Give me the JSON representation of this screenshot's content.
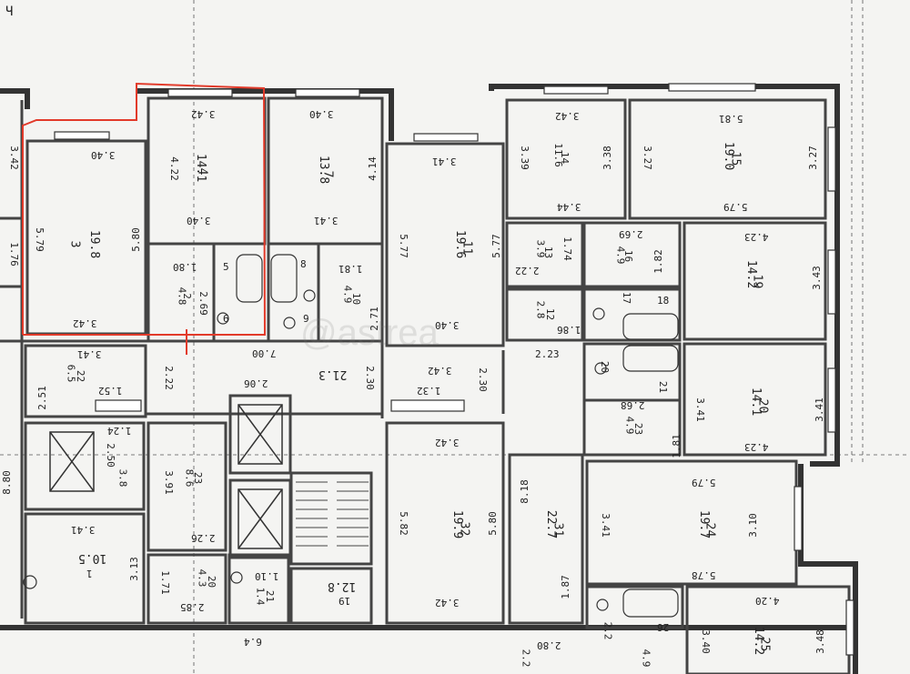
{
  "corner_mark": "Ч",
  "watermark": "@astrea",
  "highlight_color": "#e23a2a",
  "dims": {
    "a1": "3.42",
    "a2": "1.76",
    "a3": "3.40",
    "a4": "5.79",
    "a5": "19.8",
    "a6": "3",
    "a7": "5.80",
    "a8": "3.42",
    "b1": "3.42",
    "b2": "4.22",
    "b3": "14.1",
    "b4": "4",
    "b5": "3.40",
    "b6": "1.80",
    "b7": "4.8",
    "b8": "2",
    "b9": "2.69",
    "b10": "5",
    "b11": "6",
    "c1": "3.40",
    "c2": "13.8",
    "c3": "7",
    "c4": "4.14",
    "c5": "3.41",
    "c6": "8",
    "c7": "1.81",
    "c8": "4.9",
    "c9": "10",
    "c10": "2.71",
    "c11": "9",
    "d1": "3.41",
    "d2": "5.77",
    "d3": "19.6",
    "d4": "11",
    "d5": "5.77",
    "d6": "3.40",
    "e1": "3.42",
    "e2": "3.39",
    "e3": "11.6",
    "e4": "14",
    "e5": "3.38",
    "e6": "3.44",
    "f1": "5.81",
    "f2": "3.27",
    "f3": "19.0",
    "f4": "15",
    "f5": "3.27",
    "f6": "5.79",
    "g1": "1.74",
    "g2": "3.9",
    "g3": "13",
    "g4": "2.22",
    "g5": "2.69",
    "g6": "4.9",
    "g7": "16",
    "g8": "1.82",
    "g9": "17",
    "g10": "18",
    "h1": "4.23",
    "h2": "14.2",
    "h3": "19",
    "h4": "3.43",
    "i1": "2.8",
    "i2": "12",
    "i3": "1.86",
    "i4": "2.23",
    "j1": "3.41",
    "j2": "6.5",
    "j3": "22",
    "j4": "1.52",
    "j5": "2.51",
    "k1": "7.00",
    "k2": "2.22",
    "k3": "2.06",
    "k4": "21.3",
    "k5": "2.30",
    "k6": "1.32",
    "k7": "3.42",
    "k8": "2.30",
    "l1": "20",
    "l2": "21",
    "l3": "2.68",
    "l4": "4.9",
    "l5": "23",
    "l6": "1.81",
    "m1": "3.41",
    "m2": "14.1",
    "m3": "20",
    "m4": "3.41",
    "m5": "4.23",
    "n1": "1.24",
    "n2": "2.50",
    "n3": "3.8",
    "n4": "3.91",
    "n5": "8.6",
    "n6": "23",
    "n7": "2.26",
    "n8": "8.80",
    "o1": "3.42",
    "o2": "5.82",
    "o3": "19.9",
    "o4": "32",
    "o5": "5.80",
    "o6": "3.42",
    "p1": "8.18",
    "p2": "22.7",
    "p3": "31",
    "p4": "1.87",
    "q1": "5.79",
    "q2": "3.41",
    "q3": "19.7",
    "q4": "24",
    "q5": "3.10",
    "q6": "5.78",
    "r1": "3.41",
    "r2": "10.5",
    "r3": "1",
    "r4": "3.13",
    "s1": "1.71",
    "s2": "4.3",
    "s3": "20",
    "s4": "2.85",
    "s5": "1.10",
    "s6": "1.4",
    "s7": "21",
    "t1": "12.8",
    "t2": "19",
    "t3": "6.4",
    "u1": "2.2",
    "u2": "26",
    "u3": "2.80",
    "u4": "2.2",
    "u5": "4.9",
    "v1": "4.20",
    "v2": "3.40",
    "v3": "14.2",
    "v4": "25",
    "v5": "3.48"
  }
}
